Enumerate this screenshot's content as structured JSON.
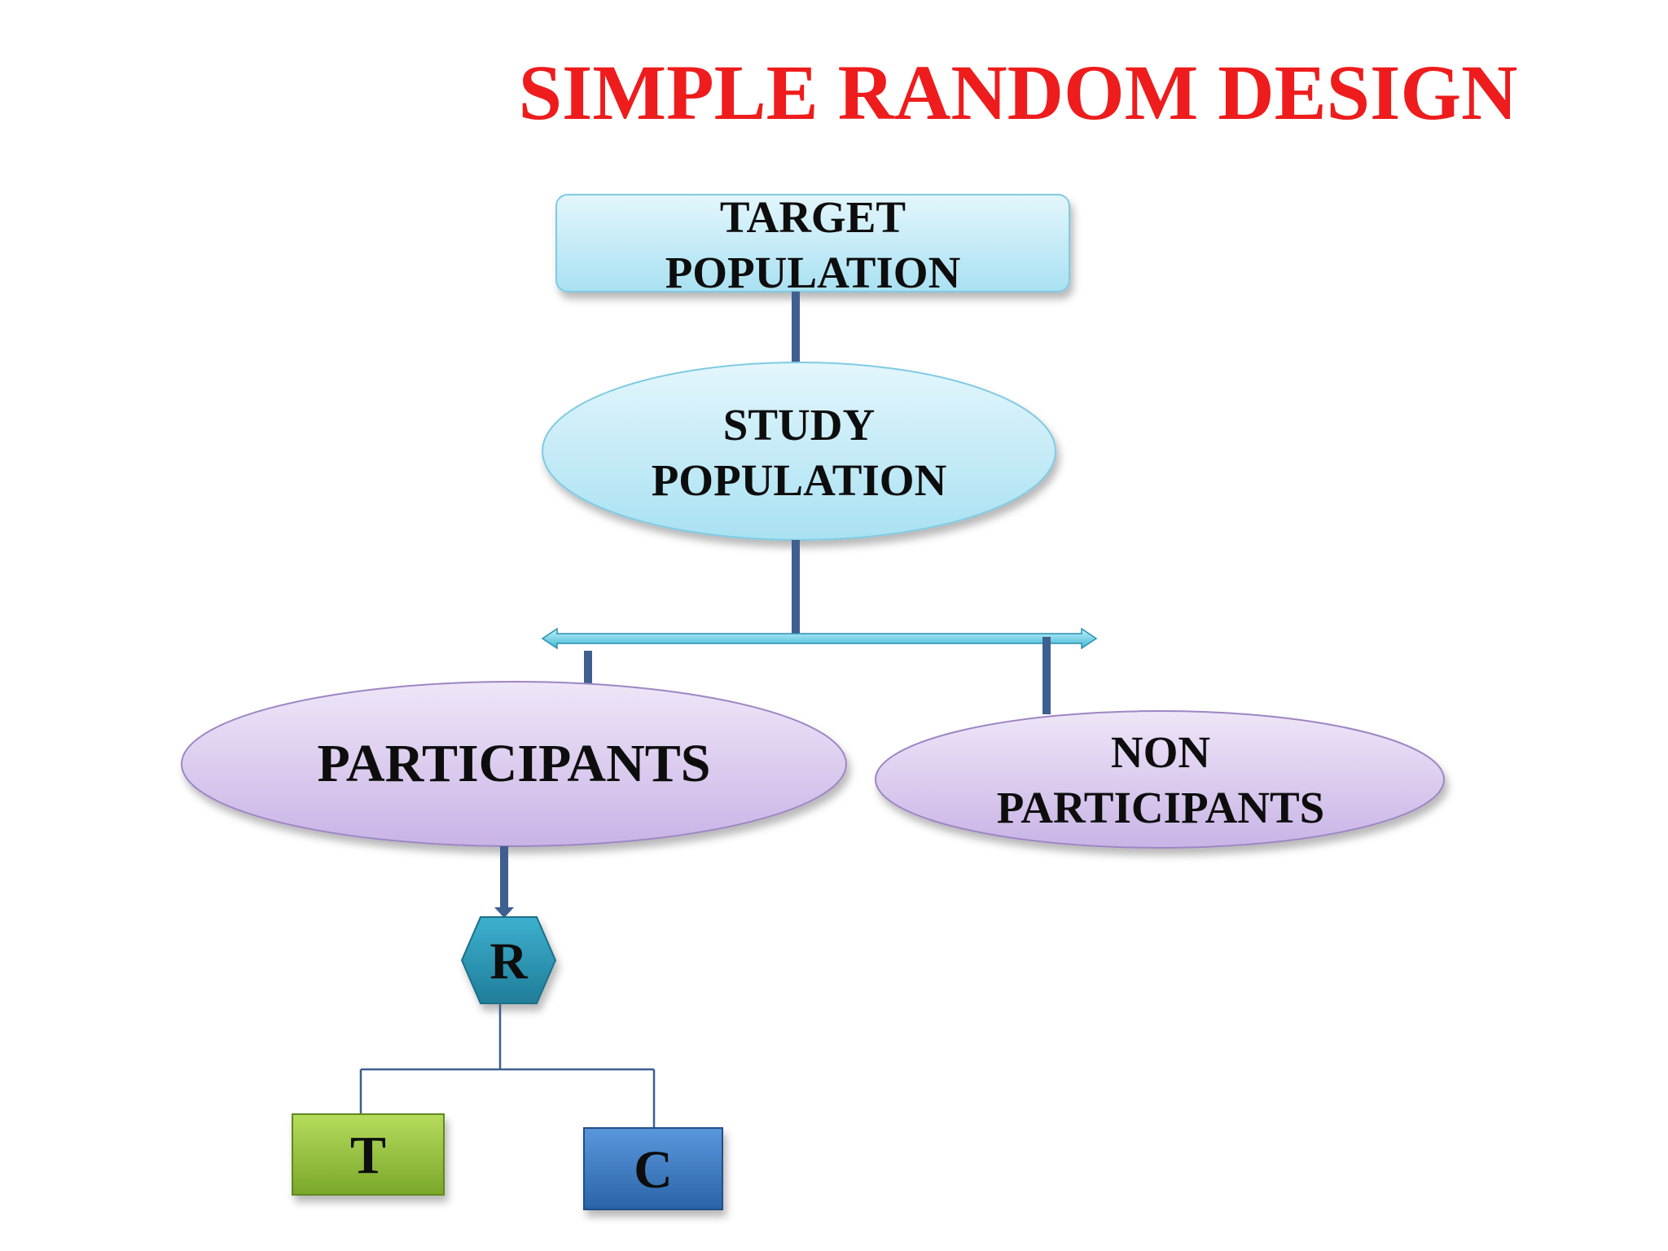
{
  "title": "SIMPLE RANDOM DESIGN",
  "nodes": {
    "target": {
      "line1": "TARGET",
      "line2": "POPULATION"
    },
    "study": {
      "line1": "STUDY",
      "line2": "POPULATION"
    },
    "participants": {
      "label": "PARTICIPANTS"
    },
    "non_participants": {
      "line1": "NON",
      "line2": "PARTICIPANTS"
    },
    "randomization": {
      "label": "R"
    },
    "treatment": {
      "label": "T"
    },
    "control": {
      "label": "C"
    }
  },
  "colors": {
    "title": "#ee1c1c",
    "connector": "#3e5f8f",
    "target_fill": "#bde9f6",
    "study_fill": "#bde9f6",
    "group_fill": "#dccdef",
    "randomization_fill": "#2b93b1",
    "treatment_fill": "#97c13c",
    "control_fill": "#3a78c2"
  }
}
